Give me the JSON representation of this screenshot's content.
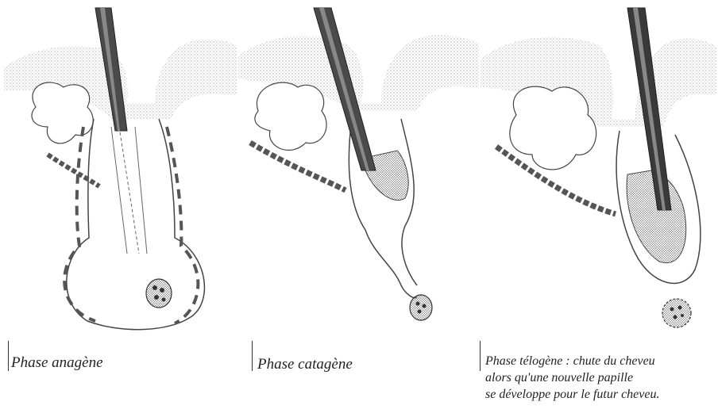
{
  "panels": [
    {
      "caption": "Phase anagène"
    },
    {
      "caption": "Phase catagène"
    },
    {
      "caption_lines": [
        "Phase télogène : chute du cheveu",
        "alors qu'une nouvelle papille",
        "se développe pour le futur cheveu."
      ]
    }
  ],
  "colors": {
    "ink": "#333333",
    "stipple": "#bdbdbd",
    "hair_shaft": "#555555"
  }
}
